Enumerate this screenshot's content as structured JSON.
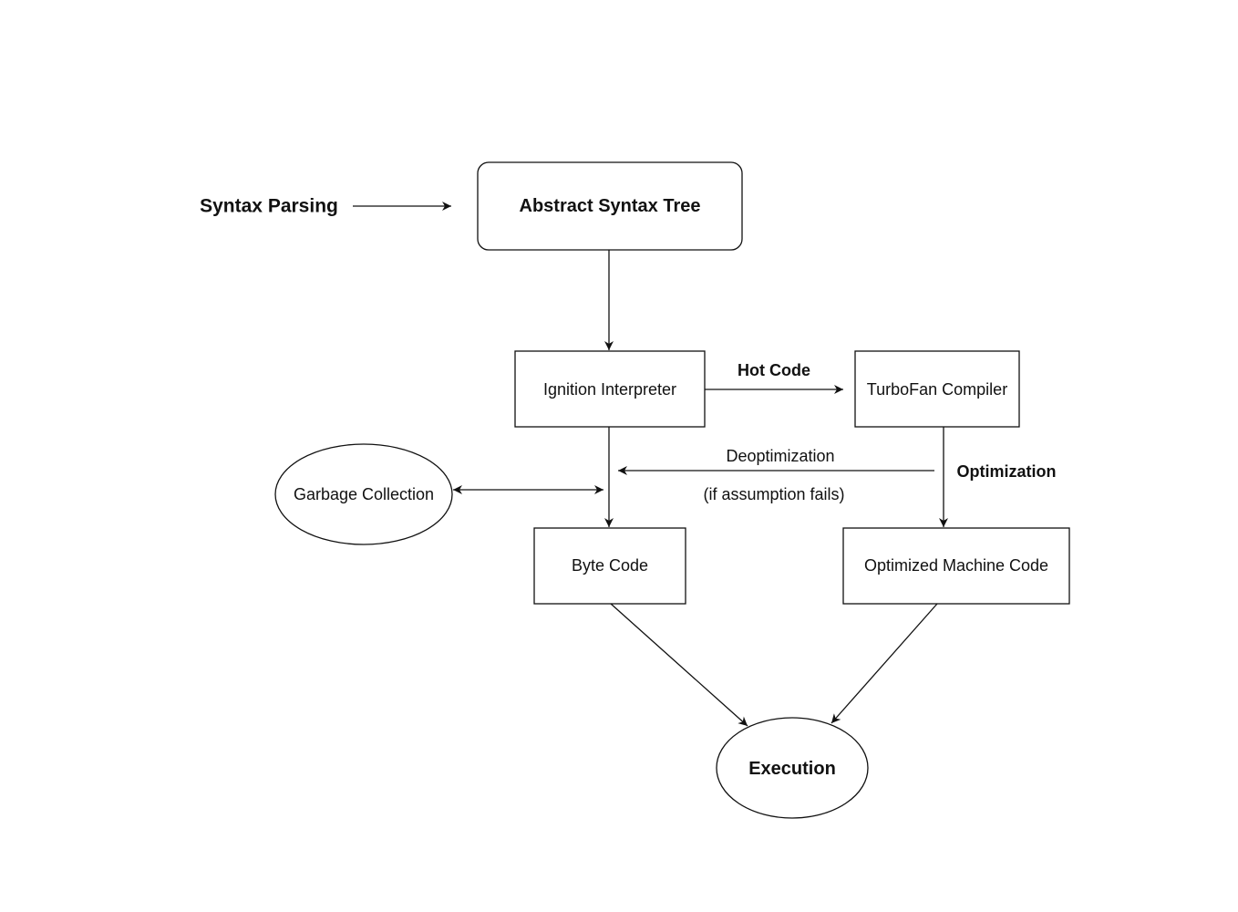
{
  "nodes": {
    "syntax_parsing": "Syntax Parsing",
    "ast": "Abstract Syntax Tree",
    "ignition": "Ignition Interpreter",
    "turbofan": "TurboFan Compiler",
    "garbage_collection": "Garbage Collection",
    "byte_code": "Byte Code",
    "optimized_machine_code": "Optimized Machine Code",
    "execution": "Execution"
  },
  "edges": {
    "hot_code": "Hot Code",
    "deoptimization": "Deoptimization",
    "deopt_condition": "(if assumption fails)",
    "optimization": "Optimization"
  },
  "colors": {
    "stroke": "#111111",
    "fill": "#ffffff"
  }
}
